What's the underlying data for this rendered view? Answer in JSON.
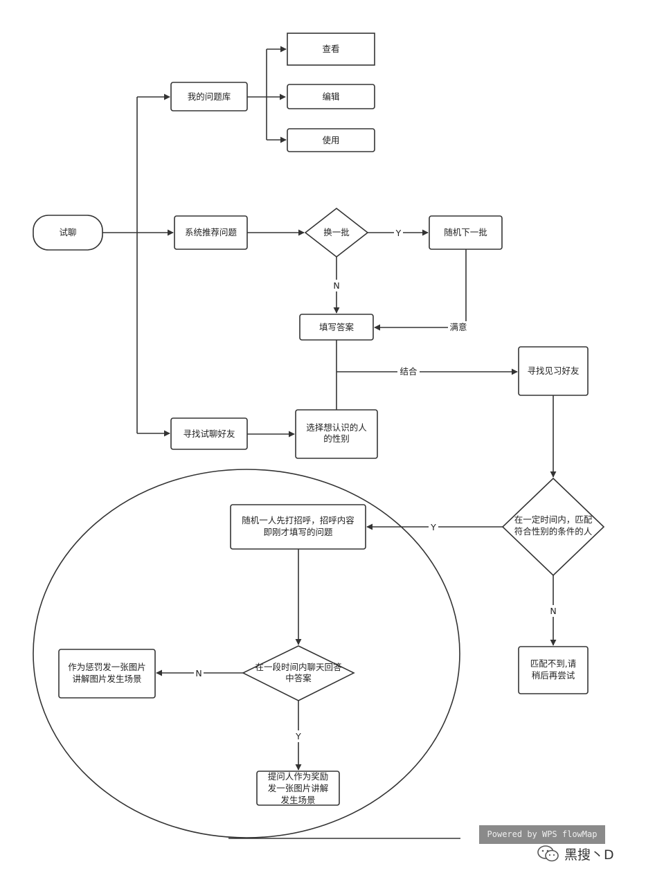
{
  "nodes": {
    "trial_chat": "试聊",
    "my_question_bank": "我的问题库",
    "view": "查看",
    "edit": "编辑",
    "use": "使用",
    "system_recommend": "系统推荐问题",
    "change_batch": "换一批",
    "random_next_batch": "随机下一批",
    "fill_answer": "填写答案",
    "find_trial_friend": "寻找试聊好友",
    "select_gender": [
      "选择想认识的人",
      "的性别"
    ],
    "find_intern_friend": "寻找见习好友",
    "match_decision": [
      "在一定时间内，匹配",
      "符合性别的条件的人"
    ],
    "greet_first": [
      "随机一人先打招呼，招呼内容",
      "即刚才填写的问题"
    ],
    "no_match": [
      "匹配不到,请",
      "稍后再尝试"
    ],
    "chat_answer_decision": [
      "在一段时间内聊天回答",
      "中答案"
    ],
    "punish": [
      "作为惩罚发一张图片",
      "讲解图片发生场景"
    ],
    "reward": [
      "提问人作为奖励",
      "发一张图片讲解",
      "发生场景"
    ]
  },
  "edge_labels": {
    "yes": "Y",
    "no": "N",
    "satisfied": "满意",
    "combine": "结合"
  },
  "watermark": {
    "powered_by": "Powered by WPS flowMap",
    "brand": "黑搜丶D"
  }
}
